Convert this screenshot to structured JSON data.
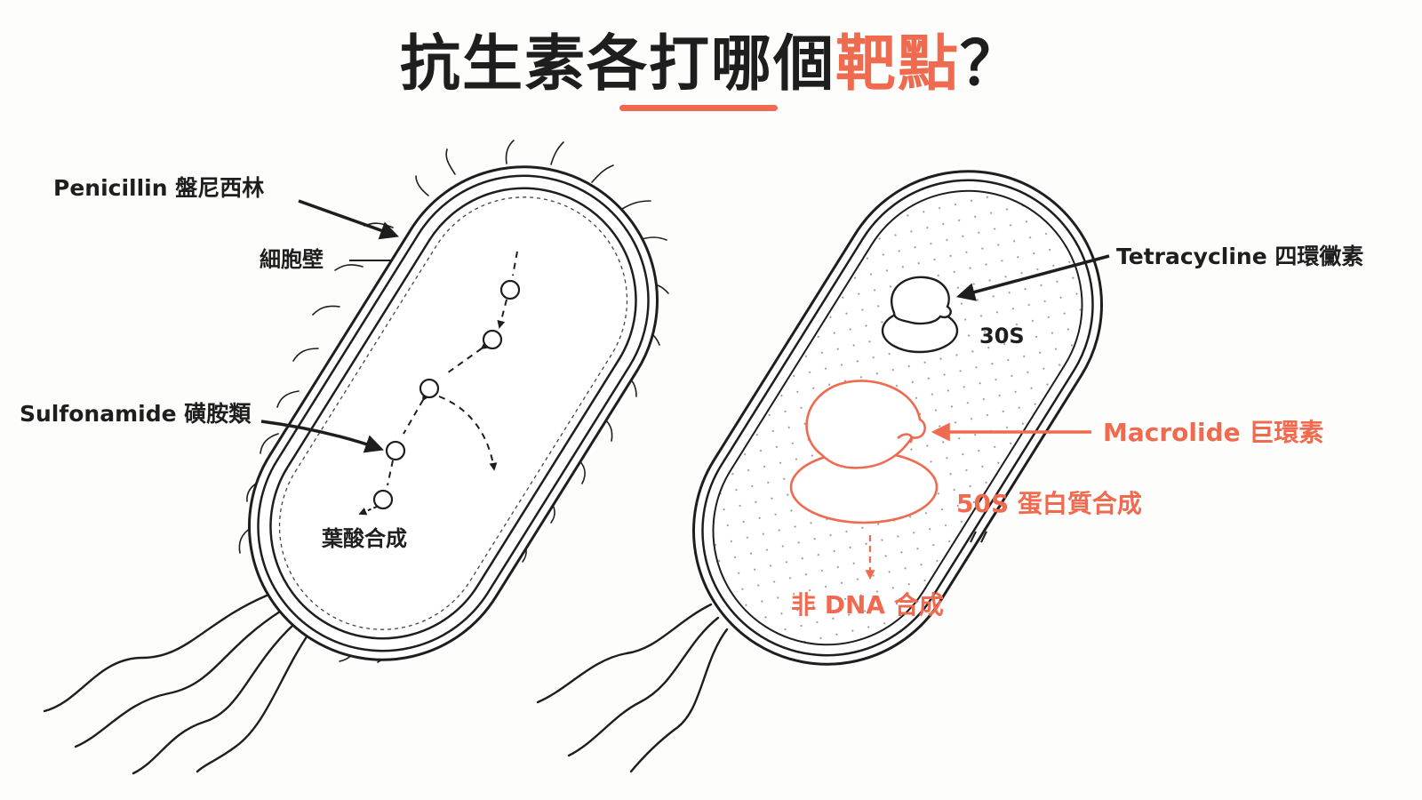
{
  "title": {
    "main": "抗生素各打哪個",
    "accent": "靶點",
    "end": "？"
  },
  "colors": {
    "accent": "#f06a4f",
    "ink": "#1e1e1e",
    "background": "#fdfdfc"
  },
  "left_bacterium": {
    "penicillin_label": "Penicillin 盤尼西林",
    "cell_wall_label": "細胞壁",
    "sulfonamide_label": "Sulfonamide 磺胺類",
    "folate_label": "葉酸合成"
  },
  "right_bacterium": {
    "tetracycline_label": "Tetracycline 四環黴素",
    "ribosome_30s_label": "30S",
    "macrolide_label": "Macrolide 巨環素",
    "ribosome_50s_label": "50S  蛋白質合成",
    "not_dna_label": "非 DNA 合成"
  }
}
